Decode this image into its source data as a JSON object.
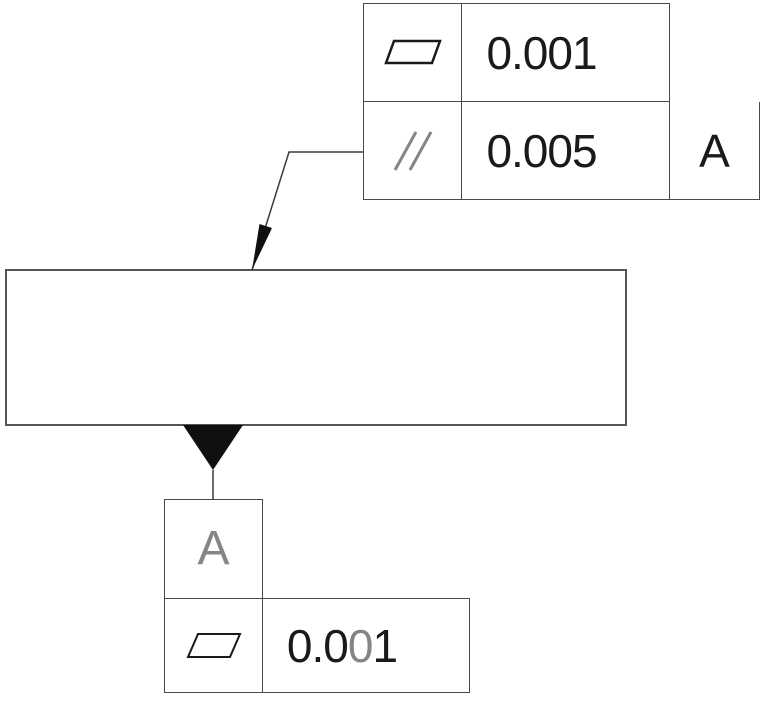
{
  "colors": {
    "line": "#4a4a4a",
    "ink": "#1a1a1a",
    "muted": "#858585",
    "part-line": "#555555",
    "background": "#ffffff"
  },
  "top_frame": {
    "rows": [
      {
        "symbol_icon": "flatness-icon",
        "tolerance": "0.001"
      },
      {
        "symbol_icon": "parallelism-icon",
        "tolerance": "0.005",
        "datum": "A"
      }
    ]
  },
  "datum_feature": {
    "label": "A"
  },
  "bottom_frame": {
    "symbol_icon": "flatness-icon",
    "tolerance": {
      "prefix": "0.0",
      "gray_digit": "0",
      "suffix": "1"
    }
  }
}
